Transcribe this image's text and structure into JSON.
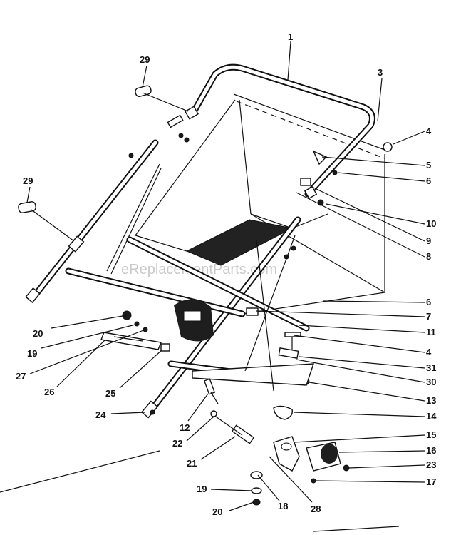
{
  "watermark": "eReplacementParts.com",
  "callouts": [
    {
      "id": "c1",
      "text": "1"
    },
    {
      "id": "c3",
      "text": "3"
    },
    {
      "id": "c4a",
      "text": "4"
    },
    {
      "id": "c5",
      "text": "5"
    },
    {
      "id": "c6a",
      "text": "6"
    },
    {
      "id": "c10",
      "text": "10"
    },
    {
      "id": "c9",
      "text": "9"
    },
    {
      "id": "c8",
      "text": "8"
    },
    {
      "id": "c6b",
      "text": "6"
    },
    {
      "id": "c7",
      "text": "7"
    },
    {
      "id": "c11",
      "text": "11"
    },
    {
      "id": "c4b",
      "text": "4"
    },
    {
      "id": "c31",
      "text": "31"
    },
    {
      "id": "c30",
      "text": "30"
    },
    {
      "id": "c13",
      "text": "13"
    },
    {
      "id": "c14",
      "text": "14"
    },
    {
      "id": "c15",
      "text": "15"
    },
    {
      "id": "c16",
      "text": "16"
    },
    {
      "id": "c23",
      "text": "23"
    },
    {
      "id": "c17",
      "text": "17"
    },
    {
      "id": "c29a",
      "text": "29"
    },
    {
      "id": "c29b",
      "text": "29"
    },
    {
      "id": "c20a",
      "text": "20"
    },
    {
      "id": "c19a",
      "text": "19"
    },
    {
      "id": "c27",
      "text": "27"
    },
    {
      "id": "c26",
      "text": "26"
    },
    {
      "id": "c25",
      "text": "25"
    },
    {
      "id": "c24",
      "text": "24"
    },
    {
      "id": "c12",
      "text": "12"
    },
    {
      "id": "c22",
      "text": "22"
    },
    {
      "id": "c21",
      "text": "21"
    },
    {
      "id": "c19b",
      "text": "19"
    },
    {
      "id": "c18",
      "text": "18"
    },
    {
      "id": "c28",
      "text": "28"
    },
    {
      "id": "c20b",
      "text": "20"
    }
  ]
}
